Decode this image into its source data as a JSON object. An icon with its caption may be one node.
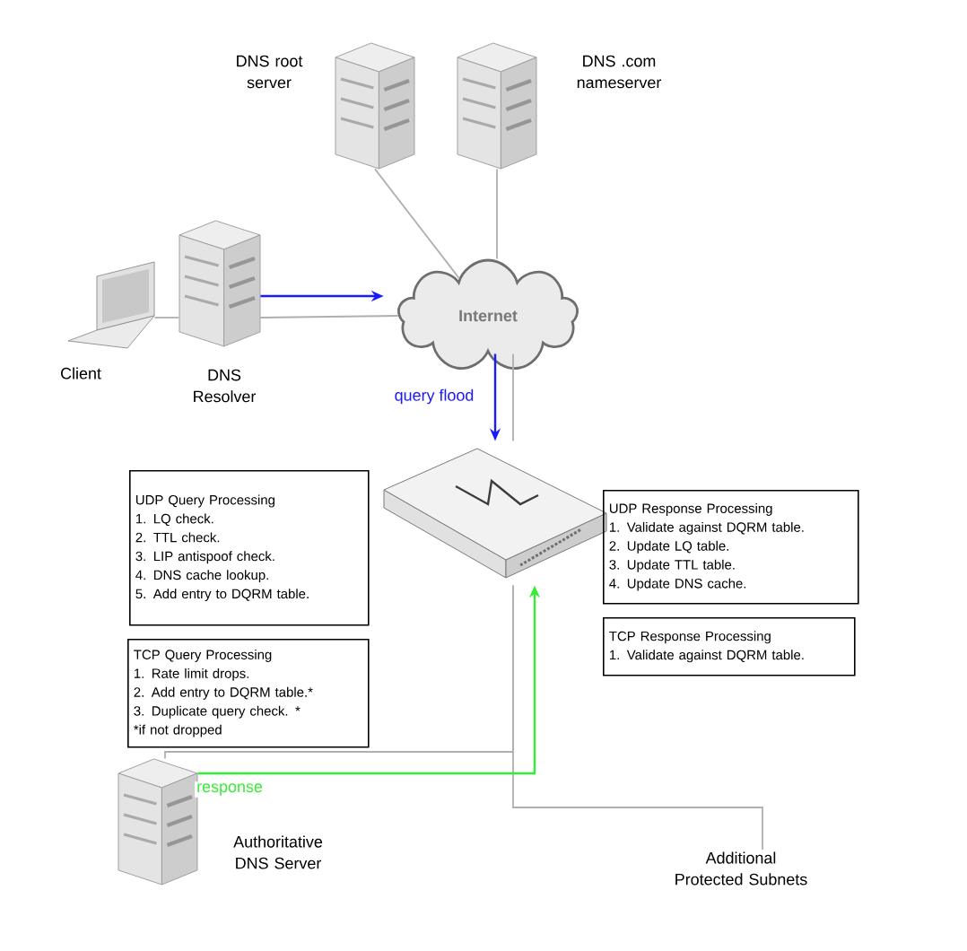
{
  "diagram": {
    "nodes": [
      {
        "text": [],
        "shape": "picture",
        "beside": [
          "Client"
        ]
      },
      {
        "text": [],
        "shape": "picture",
        "beside": [
          "DNS Resolver"
        ]
      },
      {
        "text": [],
        "shape": "picture",
        "beside": [
          "DNS root server"
        ]
      },
      {
        "text": [],
        "shape": "picture",
        "beside": [
          "DNS .com nameserver"
        ]
      },
      {
        "text": [
          "Internet"
        ]
      },
      {
        "text": [],
        "shape": "picture"
      },
      {
        "text": [
          "UDP Query Processing",
          "1. LQ check.",
          "2. TTL check.",
          "3. LIP antispoof check.",
          "4. DNS cache lookup.",
          "5. Add entry to DQRM table."
        ]
      },
      {
        "text": [
          "UDP Response Processing",
          "1. Validate against DQRM table.",
          "2. Update LQ table.",
          "3. Update TTL table.",
          "4. Update DNS cache."
        ]
      },
      {
        "text": [
          "TCP Response Processing",
          "1. Validate against DQRM table."
        ]
      },
      {
        "text": [
          "TCP Query Processing",
          "1. Rate limit drops.",
          "2. Add entry to DQRM table.*",
          "3. Duplicate query check. *",
          "*if not dropped"
        ]
      },
      {
        "text": [],
        "shape": "picture",
        "beside": [
          "Authoritative DNS Server"
        ]
      },
      {
        "text": [
          "Additional Protected Subnets"
        ]
      }
    ],
    "edges": [
      {
        "from": 0,
        "to": 1,
        "arrow": "none"
      },
      {
        "from": 1,
        "to": 4,
        "arrow": "none"
      },
      {
        "from": 2,
        "to": 4,
        "arrow": "none"
      },
      {
        "from": 3,
        "to": 4,
        "arrow": "none"
      },
      {
        "from": 4,
        "to": 5,
        "arrow": "none"
      },
      {
        "from": 5,
        "to": 10,
        "arrow": "none"
      },
      {
        "from": 5,
        "to": 11,
        "arrow": "none"
      },
      {
        "from": 1,
        "to": 4,
        "arrow": "to",
        "color": "#1a1aff"
      },
      {
        "from": 4,
        "to": 5,
        "arrow": "to",
        "label": "query flood",
        "color": "#1a1aff"
      },
      {
        "from": 10,
        "to": 5,
        "arrow": "to",
        "label": "response",
        "color": "#33ee33"
      }
    ]
  }
}
